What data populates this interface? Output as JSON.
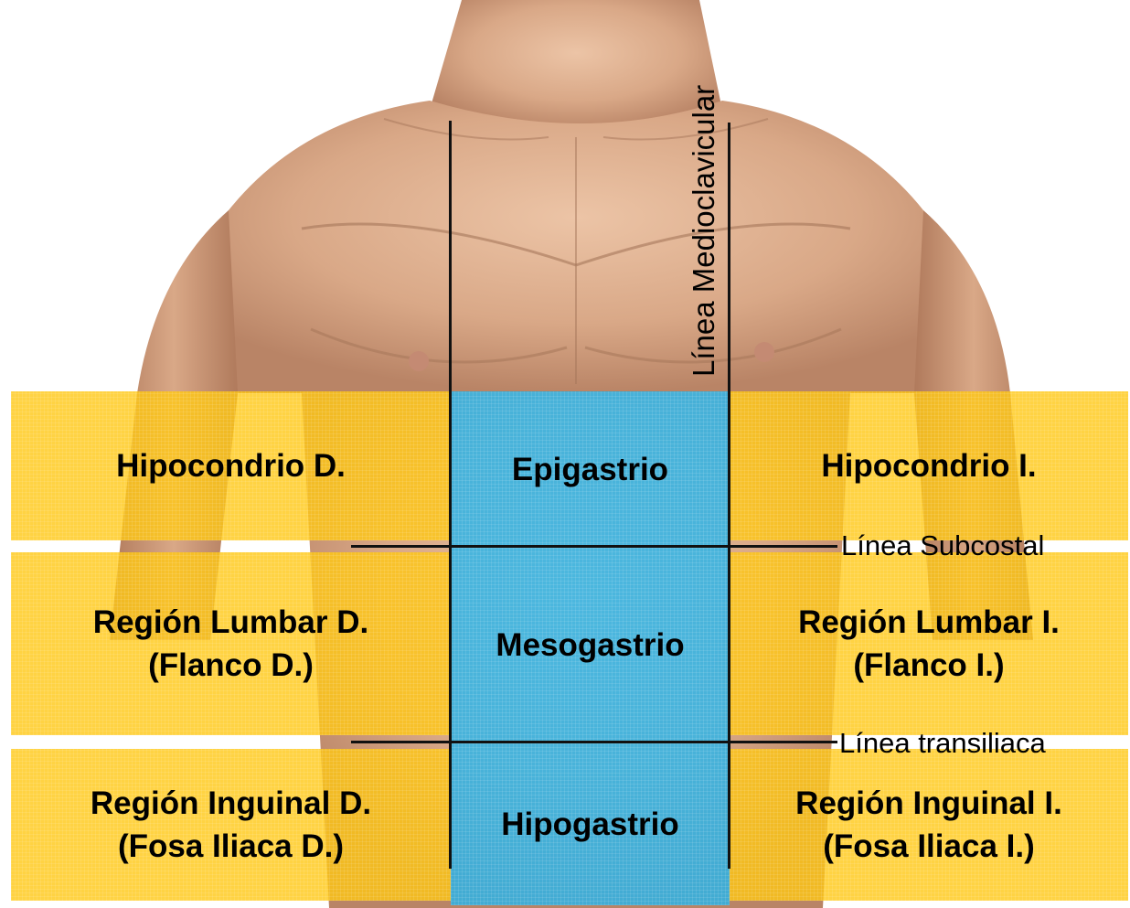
{
  "regions": {
    "hipocondrio_d": "Hipocondrio D.",
    "epigastrio": "Epigastrio",
    "hipocondrio_i": "Hipocondrio I.",
    "lumbar_d": "Región Lumbar D.\n(Flanco D.)",
    "mesogastrio": "Mesogastrio",
    "lumbar_i": "Región Lumbar I.\n(Flanco I.)",
    "inguinal_d": "Región Inguinal D.\n(Fosa Iliaca D.)",
    "hipogastrio": "Hipogastrio",
    "inguinal_i": "Región Inguinal I.\n(Fosa Iliaca I.)"
  },
  "lines": {
    "medioclavicular": "Línea Medioclavicular",
    "subcostal": "Línea Subcostal",
    "transiliaca": "Línea transiliaca"
  },
  "colors": {
    "side_regions": "#ffc814",
    "center_regions": "#28b4eb",
    "skin": "#dcae8e",
    "lines": "#111111"
  }
}
